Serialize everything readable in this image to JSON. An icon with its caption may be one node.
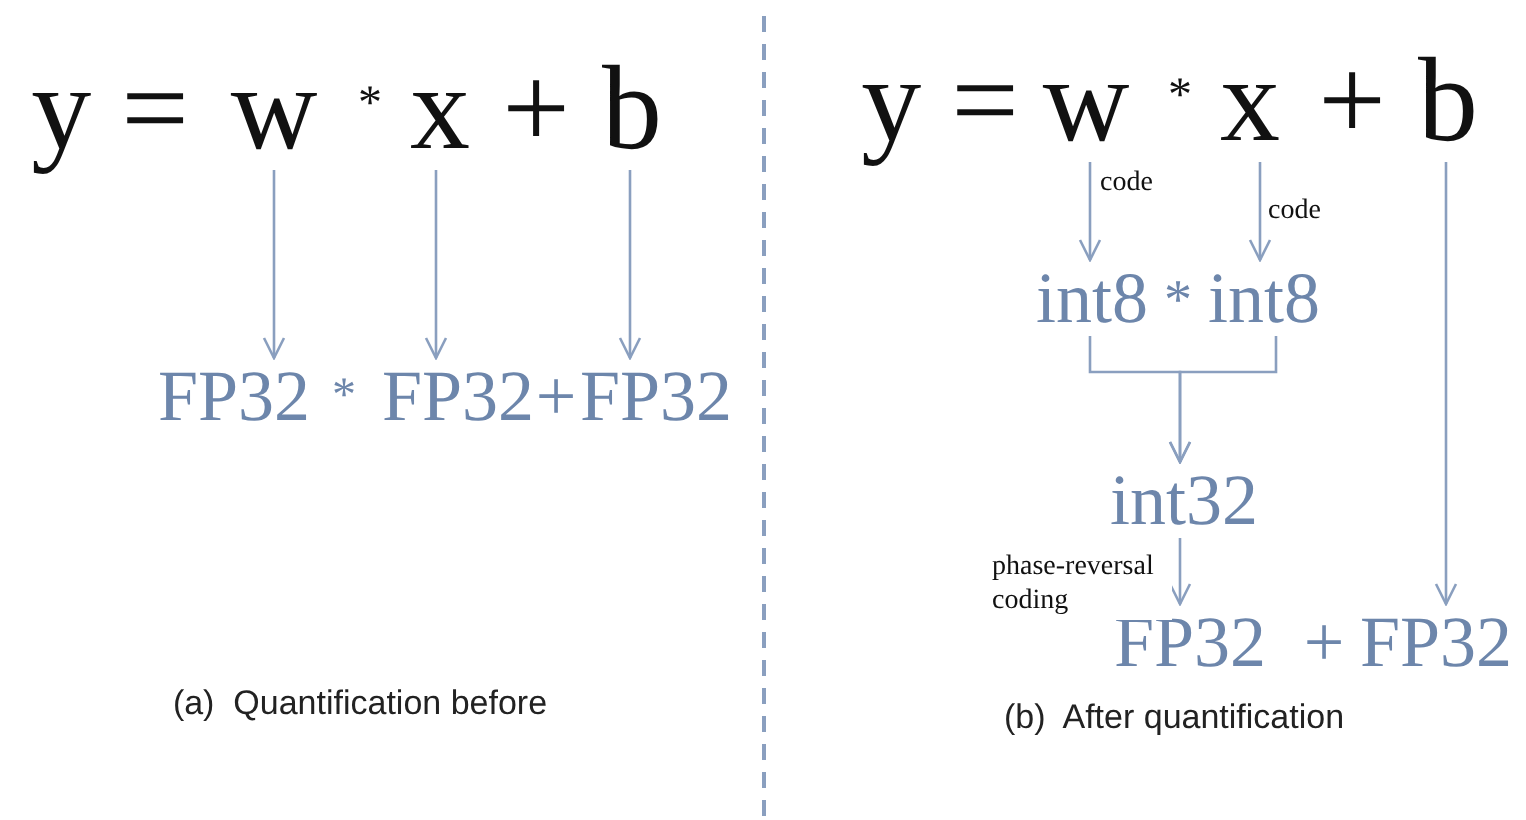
{
  "diagram": {
    "nodes": [
      {
        "text": [
          "w"
        ]
      },
      {
        "text": [
          "x"
        ]
      },
      {
        "text": [
          "b"
        ]
      },
      {
        "text": [
          "FP32"
        ]
      },
      {
        "text": [
          "FP32"
        ]
      },
      {
        "text": [
          "FP32"
        ]
      },
      {
        "text": [
          "w"
        ]
      },
      {
        "text": [
          "x"
        ]
      },
      {
        "text": [
          "b"
        ]
      },
      {
        "text": [
          "int8"
        ]
      },
      {
        "text": [
          "int8"
        ]
      },
      {
        "text": [
          "int32"
        ]
      },
      {
        "text": [
          "FP32"
        ]
      },
      {
        "text": [
          "FP32"
        ]
      }
    ],
    "edges": [
      {
        "from": 0,
        "to": 3,
        "arrow": "to"
      },
      {
        "from": 1,
        "to": 4,
        "arrow": "to"
      },
      {
        "from": 2,
        "to": 5,
        "arrow": "to"
      },
      {
        "from": 6,
        "to": 9,
        "arrow": "to",
        "label": "code"
      },
      {
        "from": 7,
        "to": 10,
        "arrow": "to",
        "label": "code"
      },
      {
        "from": 9,
        "to": 11,
        "arrow": "to"
      },
      {
        "from": 10,
        "to": 11,
        "arrow": "to"
      },
      {
        "from": 11,
        "to": 12,
        "arrow": "to",
        "label": "phase-reversal coding"
      },
      {
        "from": 8,
        "to": 13,
        "arrow": "to"
      }
    ],
    "labels": [
      "y =",
      "*",
      "+",
      "*",
      "+",
      "(a)  Quantification before",
      "y =",
      "*",
      "+",
      "*",
      "+",
      "(b)  After quantification"
    ]
  }
}
